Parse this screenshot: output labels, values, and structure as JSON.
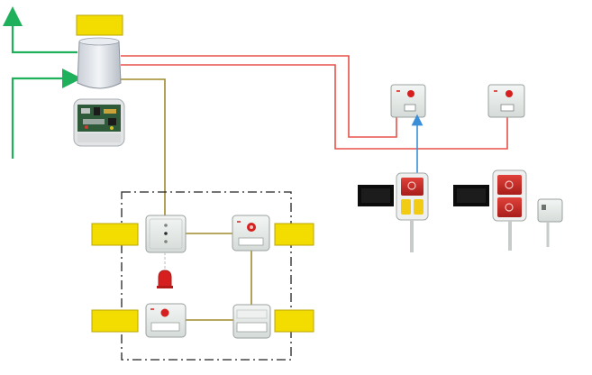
{
  "diagram": {
    "labels": [],
    "colors": {
      "power_wire": "#e8504a",
      "bus_wire": "#a08a2c",
      "signal_arrow": "#1eb05a",
      "link_wire": "#3a8fd8",
      "yellow_block": "#f3dd00",
      "yellow_block_border": "#b9a600",
      "panel_body": "#e6ebe8",
      "panel_border": "#9aa09c",
      "alarm_red": "#d61f1f",
      "zone_frame": "#222222"
    },
    "components": {
      "central_unit": "central-unit",
      "circuit_board": "circuit-board",
      "wall_panels": [
        "wall-panel-a",
        "wall-panel-b"
      ],
      "handsets": [
        "handset-yellow-red",
        "handset-red"
      ],
      "displays": [
        "display-a",
        "display-b"
      ],
      "room_modules": [
        "room-module-tl",
        "room-module-tr",
        "room-module-bl",
        "room-module-br"
      ],
      "yellow_blocks": [
        "yellow-block-top",
        "yellow-block-ml",
        "yellow-block-mr",
        "yellow-block-bl",
        "yellow-block-br"
      ],
      "icons": [
        "alarm-light-icon",
        "arrow-up-icon",
        "arrow-in-icon",
        "pull-cord-icon"
      ]
    }
  }
}
